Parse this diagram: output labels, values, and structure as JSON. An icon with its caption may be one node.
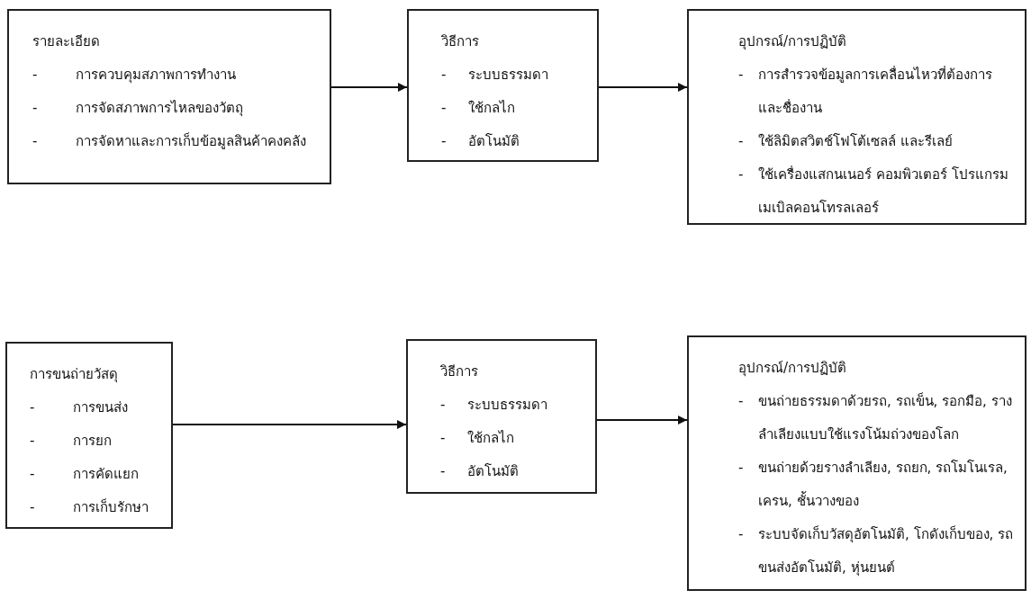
{
  "diagram": {
    "nodes": [
      {
        "text": [
          "รายละเอียด",
          "-",
          "การควบคุมสภาพการทำงาน",
          "-",
          "การจัดสภาพการไหลของวัตถุ",
          "-",
          "การจัดหาและการเก็บข้อมูลสินค้าคงคลัง"
        ]
      },
      {
        "text": [
          "วิธีการ",
          "-",
          "ระบบธรรมดา",
          "-",
          "ใช้กลไก",
          "-",
          "อัตโนมัติ"
        ]
      },
      {
        "text": [
          "อุปกรณ์/การปฏิบัติ",
          "-",
          "การสำรวจข้อมูลการเคลื่อนไหวที่ต้องการ และชื่องาน",
          "-",
          "ใช้ลิมิตสวิตช์โฟโต้เซลล์ และรีเลย์",
          "-",
          "ใช้เครื่องแสกนเนอร์ คอมพิวเตอร์ โปรแกรม เมเบิลคอนโทรลเลอร์"
        ]
      },
      {
        "text": [
          "การขนถ่ายวัสดุ",
          "-",
          "การขนส่ง",
          "-",
          "การยก",
          "-",
          "การคัดแยก",
          "-",
          "การเก็บรักษา"
        ]
      },
      {
        "text": [
          "วิธีการ",
          "-",
          "ระบบธรรมดา",
          "-",
          "ใช้กลไก",
          "-",
          "อัตโนมัติ"
        ]
      },
      {
        "text": [
          "อุปกรณ์/การปฏิบัติ",
          "-",
          "ขนถ่ายธรรมดาด้วยรถ, รถเข็น, รอกมือ, รางลำเลียงแบบใช้แรงโน้มถ่วงของโลก",
          "-",
          "ขนถ่ายด้วยรางลำเลียง, รถยก, รถโมโนเรล, เครน, ชั้นวางของ",
          "-",
          "ระบบจัดเก็บวัสดุอัตโนมัติ, โกดังเก็บของ, รถขนส่งอัตโนมัติ, หุ่นยนต์"
        ]
      }
    ],
    "edges": [
      {
        "from": 0,
        "to": 1,
        "arrow": "to"
      },
      {
        "from": 1,
        "to": 2,
        "arrow": "to"
      },
      {
        "from": 3,
        "to": 4,
        "arrow": "to"
      },
      {
        "from": 4,
        "to": 5,
        "arrow": "to"
      }
    ]
  }
}
